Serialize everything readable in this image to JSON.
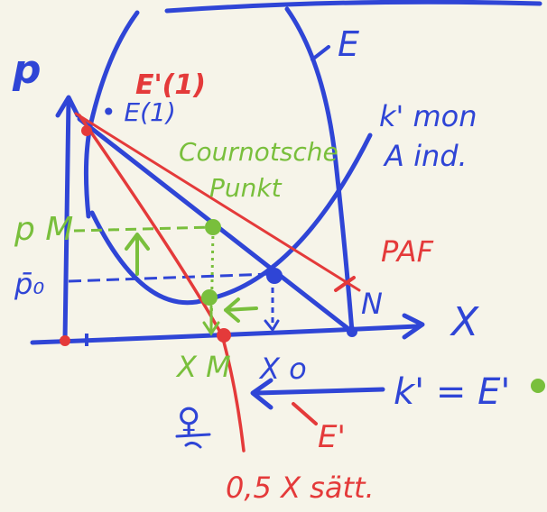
{
  "colors": {
    "background": "#f6f4e9",
    "blue": "#2f45d6",
    "red": "#e43a3a",
    "green": "#79bf3c"
  },
  "labels": {
    "p_axis": "p",
    "x_axis": "X",
    "E": "E",
    "E_prime_1": "E'(1)",
    "E_1": "• E(1)",
    "k_mon": "k' mon",
    "A_ind": "A ind.",
    "cournot_line1": "Cournotsche",
    "cournot_line2": "Punkt",
    "p_M": "p M",
    "p_0": "p̄₀",
    "PAF": "PAF",
    "N": "N",
    "x_M": "X M",
    "x_0": "X o",
    "k_eq_E": "k' = E'",
    "E_prime": "E'",
    "half_x_sat": "0,5 X sätt.",
    "note_symbol": "♀"
  }
}
